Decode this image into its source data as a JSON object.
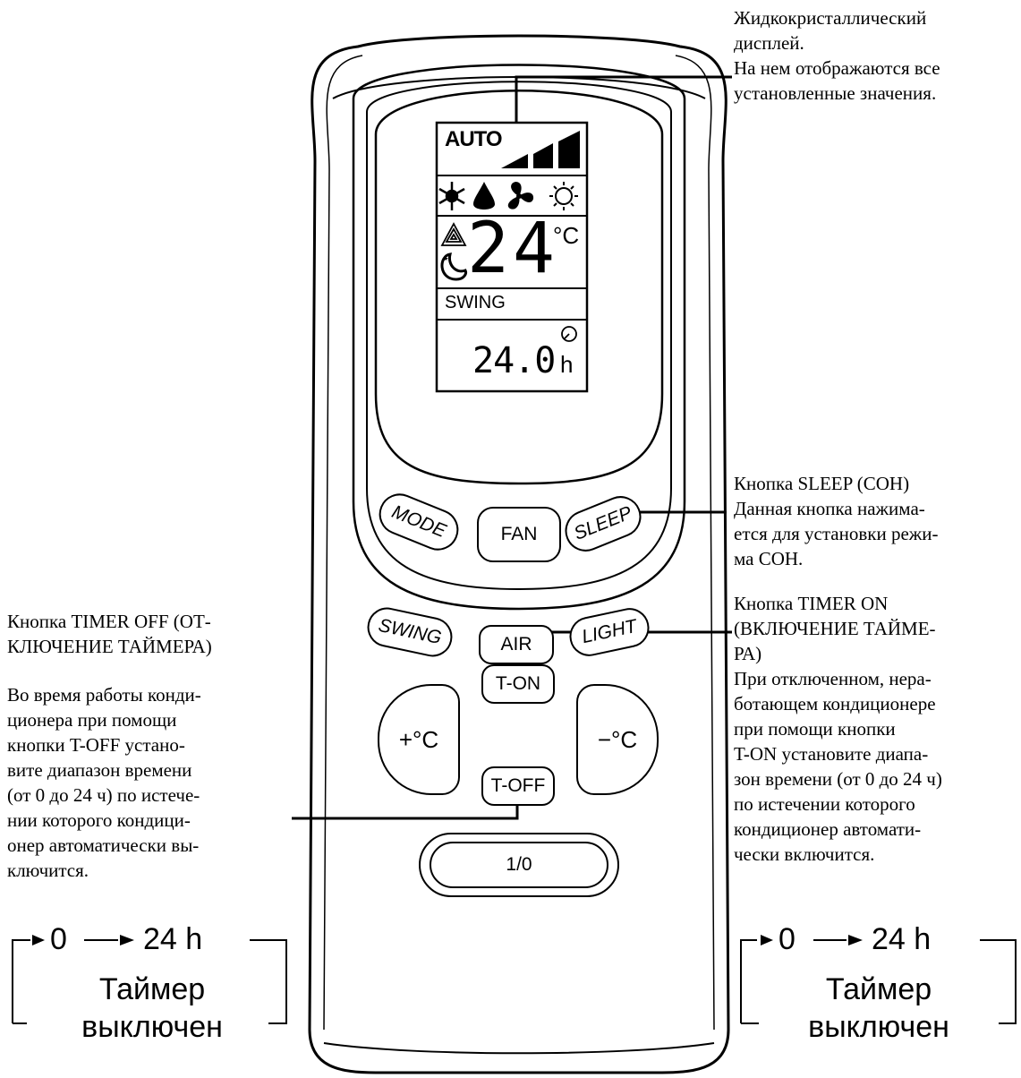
{
  "lcd": {
    "mode": "AUTO",
    "temperature": "24",
    "temp_unit": "°C",
    "swing": "SWING",
    "timer": "24.0",
    "timer_unit": "h"
  },
  "buttons": {
    "mode": "MODE",
    "fan": "FAN",
    "sleep": "SLEEP",
    "swing": "SWING",
    "air": "AIR",
    "light": "LIGHT",
    "t_on": "T-ON",
    "t_off": "T-OFF",
    "temp_up": "+°C",
    "temp_down": "−°C",
    "power": "1/0"
  },
  "annotations": {
    "display": [
      "Жидкокристаллический",
      "дисплей.",
      "На нем отображаются все",
      "установленные значения."
    ],
    "sleep_title": "Кнопка SLEEP (СОН)",
    "sleep_desc": [
      "Данная кнопка нажима-",
      "ется для установки режи-",
      "ма СОН."
    ],
    "timer_on_title": [
      "Кнопка    TIMER    ON",
      "(ВКЛЮЧЕНИЕ ТАЙМЕ-",
      "РА)"
    ],
    "timer_on_desc": [
      "При отключенном, нера-",
      "ботающем кондиционере",
      "при    помощи    кнопки",
      "T-ON установите диапа-",
      "зон времени (от 0 до 24 ч)",
      "по   истечении   которого",
      "кондиционер  автомати-",
      "чески включится."
    ],
    "timer_off_title": [
      "Кнопка TIMER OFF (ОТ-",
      "КЛЮЧЕНИЕ ТАЙМЕРА)"
    ],
    "timer_off_desc": [
      "Во время работы конди-",
      "ционера    при    помощи",
      "кнопки  T-OFF  устано-",
      "вите диапазон времени",
      "(от 0 до 24 ч) по истече-",
      "нии которого кондици-",
      "онер автоматически вы-",
      "ключится."
    ]
  },
  "timer_left": {
    "from": "0",
    "to": "24 h",
    "label": [
      "Таймер",
      "выключен"
    ]
  },
  "timer_right": {
    "from": "0",
    "to": "24 h",
    "label": [
      "Таймер",
      "выключен"
    ]
  }
}
